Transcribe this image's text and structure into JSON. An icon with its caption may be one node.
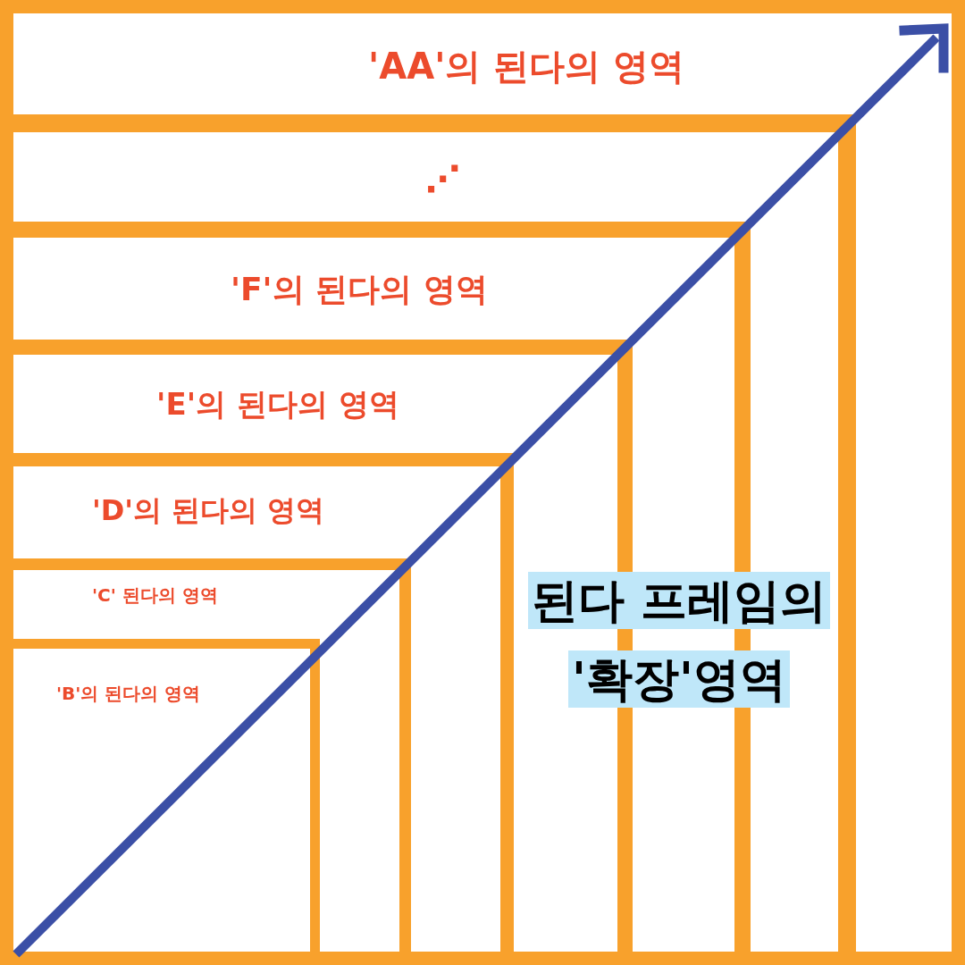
{
  "diagram": {
    "nodes": [
      {
        "text": [
          "'AA'의 된다의 영역"
        ]
      },
      {
        "text": [
          "⋰"
        ],
        "in": 0
      },
      {
        "text": [
          "'F'의 된다의 영역"
        ],
        "in": 1
      },
      {
        "text": [
          "'E'의 된다의 영역"
        ],
        "in": 2
      },
      {
        "text": [
          "'D'의 된다의 영역"
        ],
        "in": 3
      },
      {
        "text": [
          "'C' 된다의 영역"
        ],
        "in": 4
      },
      {
        "text": [
          "'B'의 된다의 영역"
        ],
        "in": 5
      }
    ],
    "labels": [
      "된다 프레임의 '확장'영역"
    ]
  }
}
